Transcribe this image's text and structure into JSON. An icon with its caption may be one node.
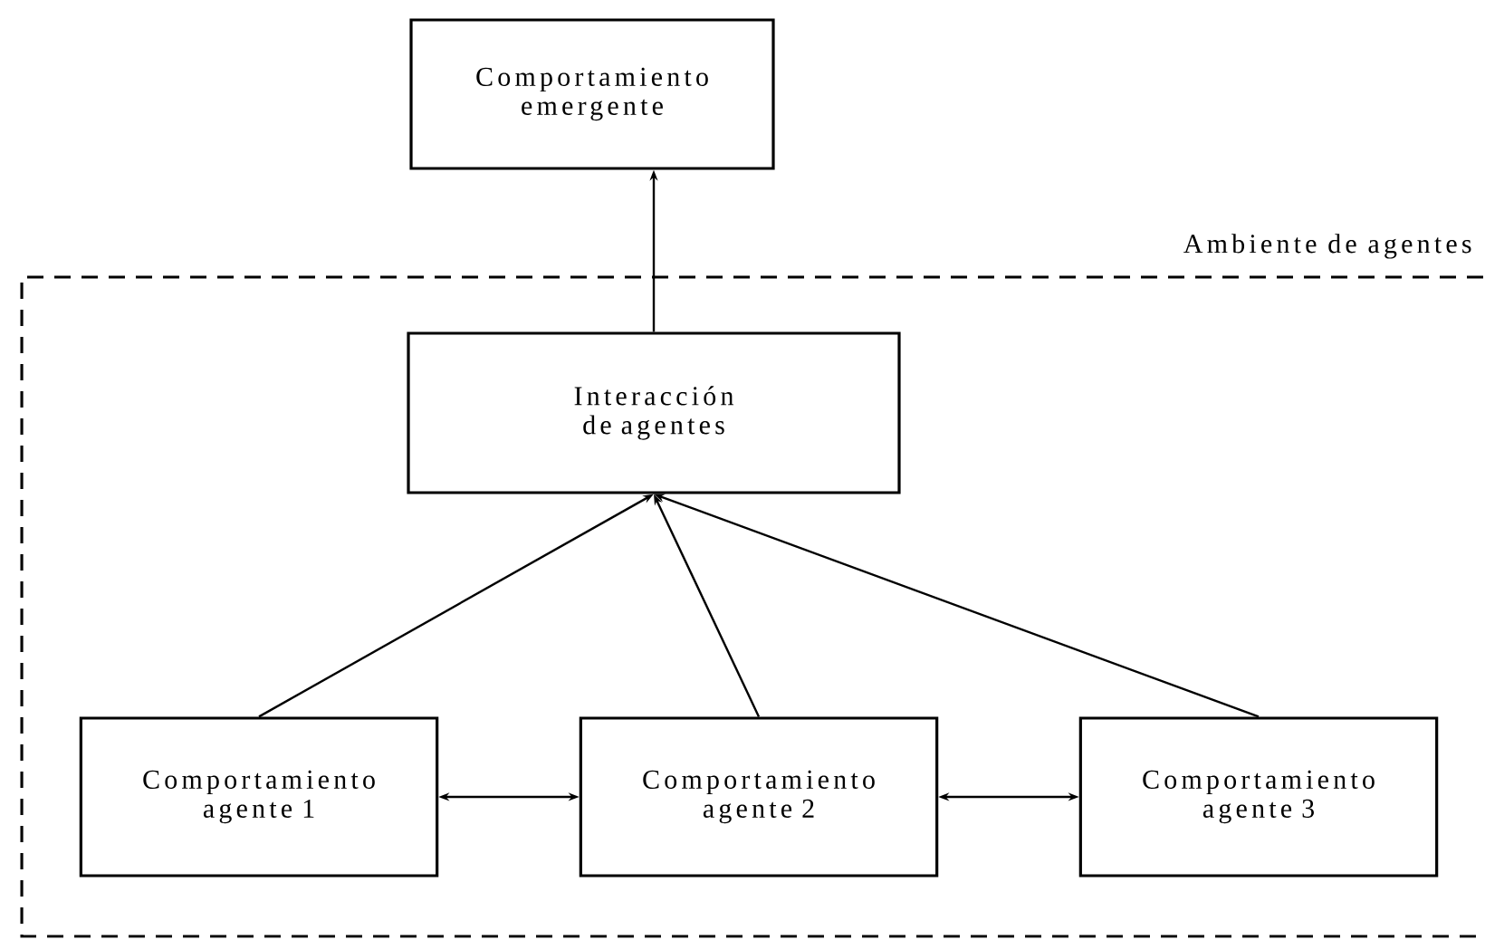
{
  "diagram": {
    "nodes": [
      {
        "text": [
          "Comportamiento emergente"
        ]
      },
      {
        "text": [
          "Ambiente de agentes"
        ]
      },
      {
        "text": [
          "Interacción de agentes"
        ],
        "in": 1
      },
      {
        "text": [
          "Comportamiento agente 1"
        ],
        "in": 1
      },
      {
        "text": [
          "Comportamiento agente 2"
        ],
        "in": 1
      },
      {
        "text": [
          "Comportamiento agente 3"
        ],
        "in": 1
      }
    ],
    "edges": [
      {
        "from": 2,
        "to": 0,
        "arrow": "to"
      },
      {
        "from": 3,
        "to": 2,
        "arrow": "to"
      },
      {
        "from": 4,
        "to": 2,
        "arrow": "to"
      },
      {
        "from": 5,
        "to": 2,
        "arrow": "to"
      },
      {
        "from": 3,
        "to": 4,
        "arrow": "both"
      },
      {
        "from": 4,
        "to": 5,
        "arrow": "both"
      }
    ]
  }
}
